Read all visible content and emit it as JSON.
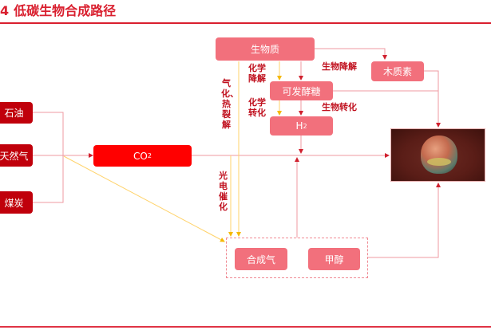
{
  "header": {
    "figure_number": "4",
    "title": "低碳生物合成路径"
  },
  "nodes": {
    "petroleum": "石油",
    "natural_gas": "天然气",
    "coal": "煤炭",
    "co2": "CO",
    "co2_sub": "2",
    "biomass": "生物质",
    "fermentable_sugar": "可发酵糖",
    "h2": "H",
    "h2_sub": "2",
    "lignin": "木质素",
    "syngas": "合成气",
    "methanol": "甲醇",
    "product_image": "cell-product-image"
  },
  "edge_labels": {
    "chem_degradation": "化学降解",
    "chem_conversion": "化学转化",
    "bio_degradation": "生物降解",
    "bio_conversion": "生物转化",
    "gasification_pyrolysis": "气化、热裂解",
    "photoelectrocatalysis": "光电催化"
  },
  "colors": {
    "accent": "#d91f2e",
    "fossil_box": "#c0000b",
    "co2_box": "#ff0000",
    "bio_box": "#f2707c",
    "red_line": "#ef9aa2",
    "yellow_line": "#ffd36b"
  }
}
